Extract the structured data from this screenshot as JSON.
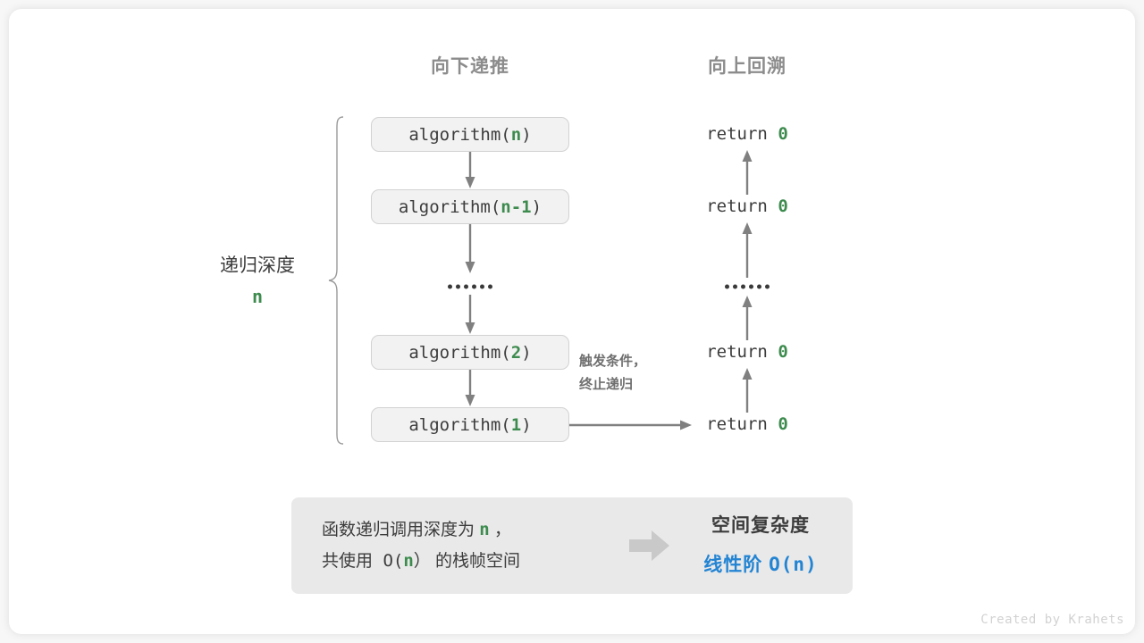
{
  "columns": {
    "left_heading": "向下递推",
    "right_heading": "向上回溯"
  },
  "brace": {
    "label": "递归深度",
    "depth_value": "n"
  },
  "calls": [
    {
      "prefix": "algorithm(",
      "arg": "n",
      "suffix": ")"
    },
    {
      "prefix": "algorithm(",
      "arg": "n-1",
      "suffix": ")"
    },
    {
      "prefix": "algorithm(",
      "arg": "2",
      "suffix": ")"
    },
    {
      "prefix": "algorithm(",
      "arg": "1",
      "suffix": ")"
    }
  ],
  "ellipsis": "••••••",
  "returns": [
    {
      "keyword": "return",
      "value": "0"
    },
    {
      "keyword": "return",
      "value": "0"
    },
    {
      "keyword": "return",
      "value": "0"
    },
    {
      "keyword": "return",
      "value": "0"
    }
  ],
  "trigger_note": {
    "line1": "触发条件，",
    "line2": "终止递归"
  },
  "summary": {
    "left_line1_a": "函数递归调用深度为 ",
    "left_line1_hl": "n",
    "left_line1_b": " ，",
    "left_line2_a": "共使用 O(",
    "left_line2_hl": "n",
    "left_line2_b": "） 的栈帧空间",
    "right_title": "空间复杂度",
    "right_value_text": "线性阶 ",
    "right_value_mono": "O(n)"
  },
  "watermark": "Created by Krahets",
  "colors": {
    "accent_green": "#3d8b4e",
    "accent_blue": "#2384d3",
    "text_dark": "#3c3c3c",
    "text_gray": "#8c8c8c",
    "box_fill": "#f2f2f2",
    "box_border": "#d2d2d2",
    "panel_fill": "#e9e9e9",
    "arrow_gray": "#808080",
    "card_bg": "#ffffff"
  }
}
